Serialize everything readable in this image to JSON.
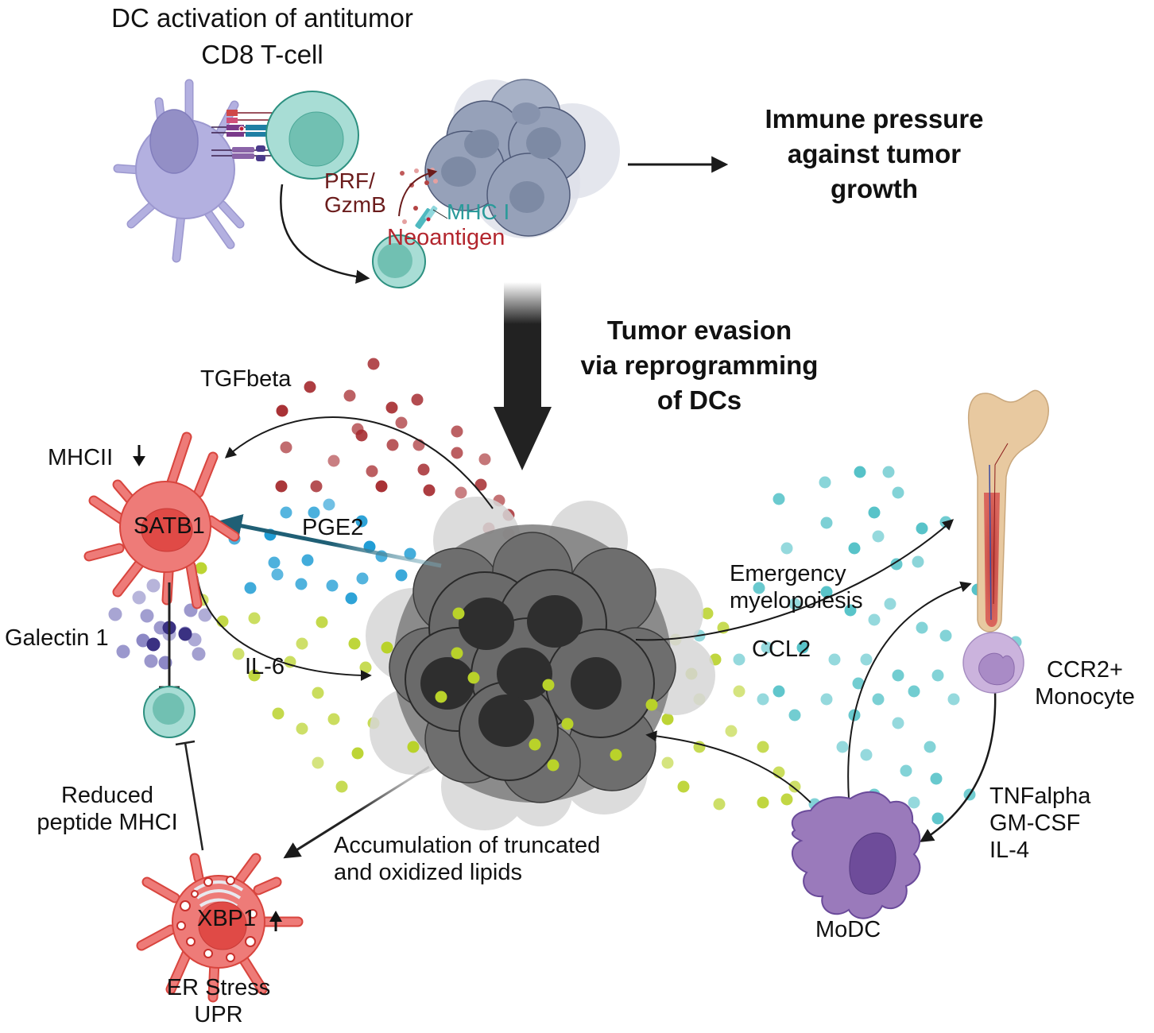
{
  "top_panel": {
    "title_line1": "DC activation of antitumor",
    "title_line2": "CD8 T-cell",
    "prf_line1": "PRF/",
    "prf_line2": "GzmB",
    "mhc1": "MHC I",
    "neoantigen": "Neoantigen",
    "immune_pressure_line1": "Immune pressure",
    "immune_pressure_line2": "against tumor",
    "immune_pressure_line3": "growth"
  },
  "transition": {
    "line1": "Tumor evasion",
    "line2": "via reprogramming",
    "line3": "of DCs"
  },
  "left_panel": {
    "tgfbeta": "TGFbeta",
    "mhcii": "MHCII",
    "mhcii_direction": "down",
    "satb1": "SATB1",
    "pge2": "PGE2",
    "galectin": "Galectin 1",
    "il6": "IL-6",
    "reduced_line1": "Reduced",
    "reduced_line2": "peptide MHCI",
    "xbp1": "XBP1",
    "xbp1_direction": "up",
    "er_stress": "ER Stress",
    "upr": "UPR",
    "lipids_line1": "Accumulation of truncated",
    "lipids_line2": "and oxidized lipids"
  },
  "right_panel": {
    "emergency_line1": "Emergency",
    "emergency_line2": "myelopoiesis",
    "ccl2": "CCL2",
    "ccr2_line1": "CCR2+",
    "ccr2_line2": "Monocyte",
    "cytokine1": "TNFalpha",
    "cytokine2": "GM-CSF",
    "cytokine3": "IL-4",
    "modc": "MoDC"
  },
  "colors": {
    "dc_purple": "#b3b0e0",
    "tcell_teal": "#9fd8cf",
    "tumor_gray": "#6e6e6e",
    "tumor_blue_gray": "#8e9bb4",
    "reprogrammed_dc_red": "#ee7b78",
    "tgfbeta_dot": "#a52a2e",
    "pge2_dot": "#1e9cd4",
    "il6_dot": "#b9d22a",
    "galectin_dot": "#8a86c4",
    "ccl2_dot": "#4fc0c6",
    "modc_purple": "#9a7abb",
    "monocyte_purple": "#cbb3dd",
    "bone": "#e8c9a0"
  }
}
